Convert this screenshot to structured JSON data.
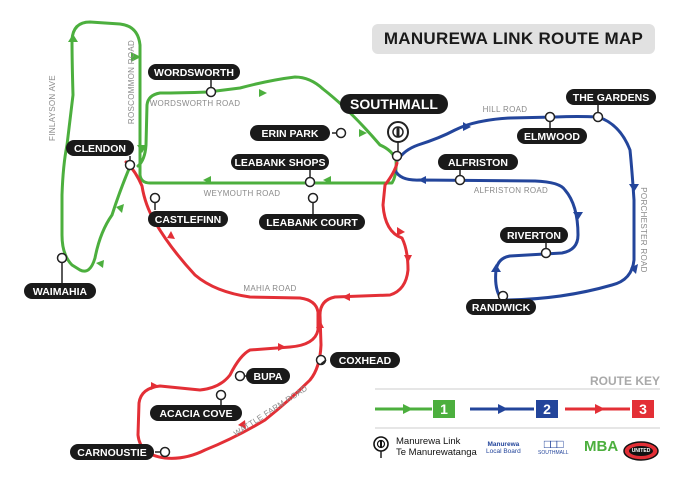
{
  "title": "MANUREWA LINK ROUTE MAP",
  "colors": {
    "route1": "#4caf3e",
    "route2": "#23459b",
    "route3": "#e32f36",
    "label_bg": "#1a1a1a",
    "label_text": "#ffffff",
    "road_text": "#8a8a8a"
  },
  "stops": [
    {
      "id": "wordsworth",
      "name": "WORDSWORTH"
    },
    {
      "id": "erin-park",
      "name": "ERIN PARK"
    },
    {
      "id": "southmall",
      "name": "SOUTHMALL"
    },
    {
      "id": "the-gardens",
      "name": "THE GARDENS"
    },
    {
      "id": "elmwood",
      "name": "ELMWOOD"
    },
    {
      "id": "clendon",
      "name": "CLENDON"
    },
    {
      "id": "leabank-shops",
      "name": "LEABANK SHOPS"
    },
    {
      "id": "alfriston",
      "name": "ALFRISTON"
    },
    {
      "id": "castlefinn",
      "name": "CASTLEFINN"
    },
    {
      "id": "leabank-court",
      "name": "LEABANK COURT"
    },
    {
      "id": "riverton",
      "name": "RIVERTON"
    },
    {
      "id": "waimahia",
      "name": "WAIMAHIA"
    },
    {
      "id": "randwick",
      "name": "RANDWICK"
    },
    {
      "id": "coxhead",
      "name": "COXHEAD"
    },
    {
      "id": "bupa",
      "name": "BUPA"
    },
    {
      "id": "acacia-cove",
      "name": "ACACIA COVE"
    },
    {
      "id": "carnoustie",
      "name": "CARNOUSTIE"
    }
  ],
  "roads": [
    {
      "id": "roscommon",
      "name": "ROSCOMMON ROAD"
    },
    {
      "id": "finlayson",
      "name": "FINLAYSON AVE"
    },
    {
      "id": "wordsworth-rd",
      "name": "WORDSWORTH ROAD"
    },
    {
      "id": "hill",
      "name": "HILL ROAD"
    },
    {
      "id": "weymouth",
      "name": "WEYMOUTH ROAD"
    },
    {
      "id": "alfriston-rd",
      "name": "ALFRISTON ROAD"
    },
    {
      "id": "porchester",
      "name": "PORCHESTER ROAD"
    },
    {
      "id": "mahia",
      "name": "MAHIA ROAD"
    },
    {
      "id": "wattle-farm",
      "name": "WATTLE FARM ROAD"
    }
  ],
  "route_key": {
    "title": "ROUTE KEY",
    "routes": [
      {
        "number": "1",
        "color": "#4caf3e"
      },
      {
        "number": "2",
        "color": "#23459b"
      },
      {
        "number": "3",
        "color": "#e32f36"
      }
    ]
  },
  "footer": {
    "line1": "Manurewa Link",
    "line2": "Te Manurewatanga",
    "sponsors": [
      {
        "id": "local-board",
        "line1": "Manurewa",
        "line2": "Local Board"
      },
      {
        "id": "southmall",
        "line1": "SOUTHMALL",
        "line2": ""
      },
      {
        "id": "mba",
        "line1": "MBA",
        "line2": ""
      },
      {
        "id": "united",
        "line1": "UNITED",
        "line2": ""
      }
    ]
  }
}
